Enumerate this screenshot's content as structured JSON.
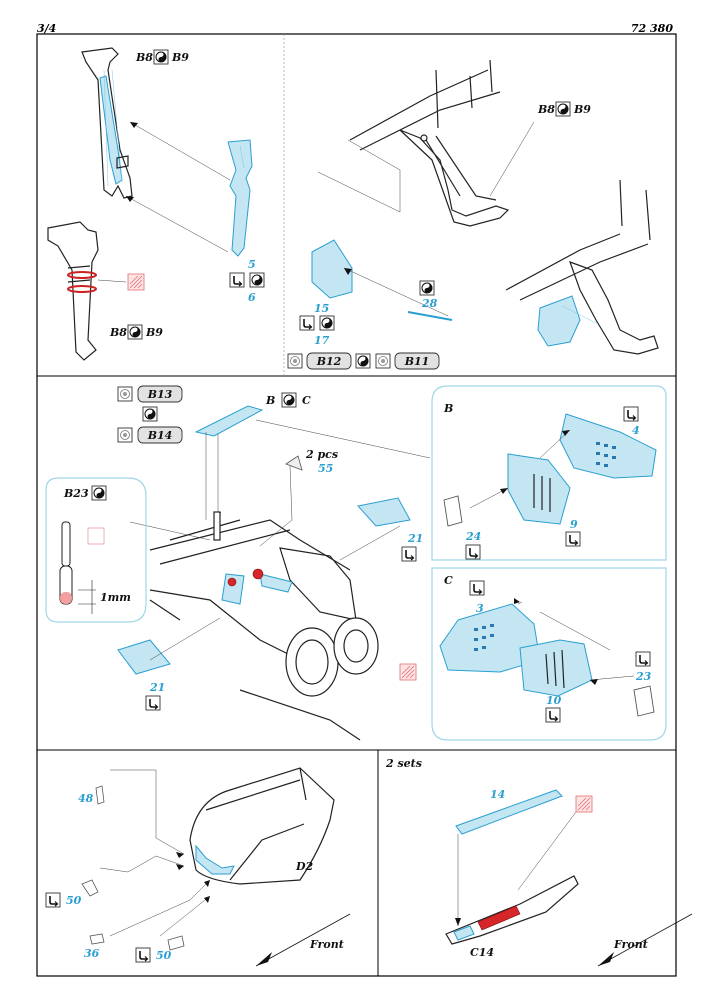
{
  "header": {
    "page": "3/4",
    "catalog": "72 380"
  },
  "section1": {
    "ref_a": "B8",
    "ref_b": "B9",
    "ref_c": "B8",
    "ref_d": "B9",
    "part_5": "5",
    "part_6": "6"
  },
  "section2": {
    "ref_a": "B8",
    "ref_b": "B9",
    "part_15": "15",
    "part_17": "17",
    "part_28": "28",
    "pill_a": "B12",
    "pill_b": "B11"
  },
  "section3": {
    "pill_a": "B13",
    "pill_b": "B14",
    "title": "B",
    "title_c": "C",
    "qty": "2 pcs",
    "part_55": "55",
    "detail_ref": "B23",
    "dimension": "1mm",
    "part_21a": "21",
    "part_21b": "21",
    "inset_b": {
      "title": "B",
      "part_4": "4",
      "part_9": "9",
      "part_24": "24"
    },
    "inset_c": {
      "title": "C",
      "part_3": "3",
      "part_10": "10",
      "part_23": "23"
    }
  },
  "section4": {
    "part_48": "48",
    "part_50a": "50",
    "part_50b": "50",
    "part_36": "36",
    "ref_d2": "D2",
    "front": "Front"
  },
  "section5": {
    "sets": "2 sets",
    "part_14": "14",
    "ref_c14": "C14",
    "front": "Front"
  },
  "colors": {
    "part_blue": "#2a9fd0",
    "part_fill": "#c4e6f3",
    "red": "#d7262a",
    "frame": "#000000"
  }
}
